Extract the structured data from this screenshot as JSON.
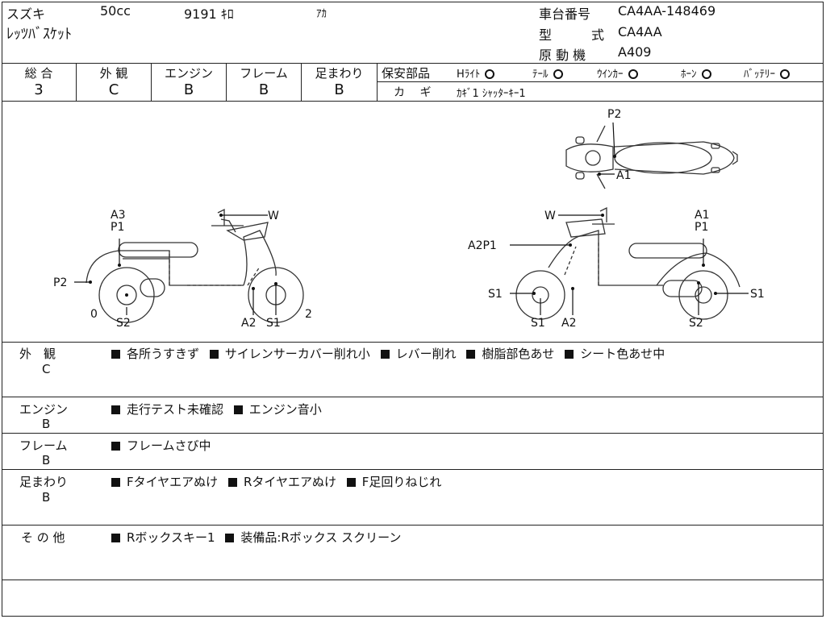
{
  "header": {
    "maker": "スズキ",
    "displacement": "50cc",
    "mileage": "9191 ｷﾛ",
    "color": "ｱｶ",
    "model_name": "ﾚｯﾂﾊﾞｽｹｯﾄ",
    "frame_no_label": "車台番号",
    "frame_no_value": "CA4AA-148469",
    "type_label_1": "型",
    "type_label_2": "式",
    "type_value": "CA4AA",
    "engine_label": "原 動 機",
    "engine_value": "A409"
  },
  "grades": [
    {
      "label": "総 合",
      "value": "3"
    },
    {
      "label": "外 観",
      "value": "C"
    },
    {
      "label": "エンジン",
      "value": "B"
    },
    {
      "label": "フレーム",
      "value": "B"
    },
    {
      "label": "足まわり",
      "value": "B"
    }
  ],
  "safety": {
    "label": "保安部品",
    "items": [
      {
        "label": "Hﾗｲﾄ"
      },
      {
        "label": "ﾃｰﾙ"
      },
      {
        "label": "ｳｲﾝｶｰ"
      },
      {
        "label": "ﾎｰﾝ"
      },
      {
        "label": "ﾊﾞｯﾃﾘｰ"
      }
    ],
    "key_label": "カ ギ",
    "key_value": "ｶｷﾞ1 ｼｬｯﾀｰｷｰ1"
  },
  "diagram": {
    "top": {
      "p2": "P2",
      "a1": "A1"
    },
    "left": {
      "a3": "A3",
      "p1": "P1",
      "w": "W",
      "p2": "P2",
      "zero": "0",
      "s2": "S2",
      "a2": "A2",
      "s1": "S1",
      "two": "2"
    },
    "right": {
      "w": "W",
      "a1": "A1",
      "p1": "P1",
      "a2p1": "A2P1",
      "s1a": "S1",
      "s1b": "S1",
      "a2": "A2",
      "s1c": "S1",
      "s2": "S2"
    }
  },
  "remarks": [
    {
      "category": "外　観",
      "grade": "C",
      "items": [
        "各所うすきず",
        "サイレンサーカバー削れ小",
        "レバー削れ",
        "樹脂部色あせ",
        "シート色あせ中"
      ]
    },
    {
      "category": "エンジン",
      "grade": "B",
      "items": [
        "走行テスト未確認",
        "エンジン音小"
      ]
    },
    {
      "category": "フレーム",
      "grade": "B",
      "items": [
        "フレームさび中"
      ]
    },
    {
      "category": "足まわり",
      "grade": "B",
      "items": [
        "Fタイヤエアぬけ",
        "Rタイヤエアぬけ",
        "F足回りねじれ"
      ]
    },
    {
      "category": "そ の 他",
      "grade": "",
      "items": [
        "Rボックスキー1",
        "装備品:Rボックス スクリーン"
      ]
    }
  ]
}
